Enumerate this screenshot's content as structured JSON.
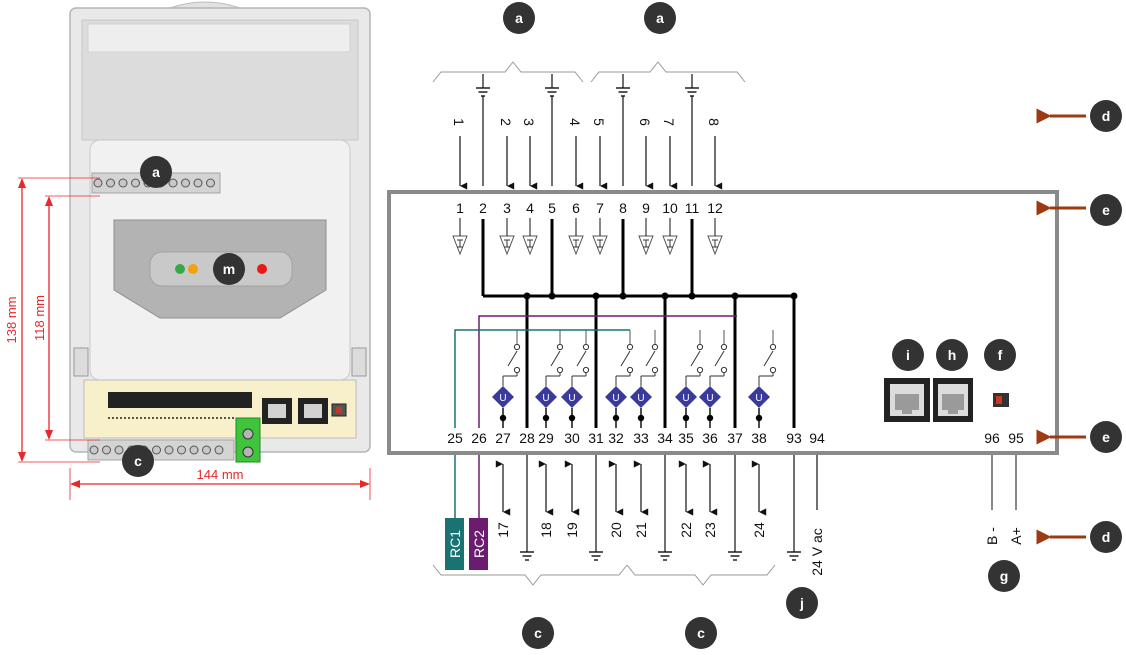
{
  "callouts": {
    "a": "a",
    "c": "c",
    "d": "d",
    "e": "e",
    "f": "f",
    "g": "g",
    "h": "h",
    "i": "i",
    "j": "j",
    "m": "m"
  },
  "dimensions": {
    "height_outer": "138 mm",
    "height_inner": "118 mm",
    "width": "144 mm"
  },
  "top_input_labels": [
    "1",
    "2",
    "3",
    "4",
    "5",
    "6",
    "7",
    "8"
  ],
  "top_terminals": [
    "1",
    "2",
    "3",
    "4",
    "5",
    "6",
    "7",
    "8",
    "9",
    "10",
    "11",
    "12"
  ],
  "bottom_terminals": [
    "25",
    "26",
    "27",
    "28",
    "29",
    "30",
    "31",
    "32",
    "33",
    "34",
    "35",
    "36",
    "37",
    "38",
    "93",
    "94"
  ],
  "serial_terminals": [
    "96",
    "95"
  ],
  "bottom_output_labels": [
    "17",
    "18",
    "19",
    "20",
    "21",
    "22",
    "23",
    "24"
  ],
  "rc_labels": [
    "RC1",
    "RC2"
  ],
  "supply_label": "24 V ac",
  "serial_labels": [
    "B -",
    "A+"
  ],
  "unit_symbol": "U",
  "colors": {
    "callout": "#333333",
    "arrow": "#9e3a12",
    "dimension": "#e8282a",
    "rc1": "#197373",
    "rc2": "#6b1c6e",
    "unit_diamond": "#3a3a9c",
    "frame": "#8a8a8a"
  }
}
